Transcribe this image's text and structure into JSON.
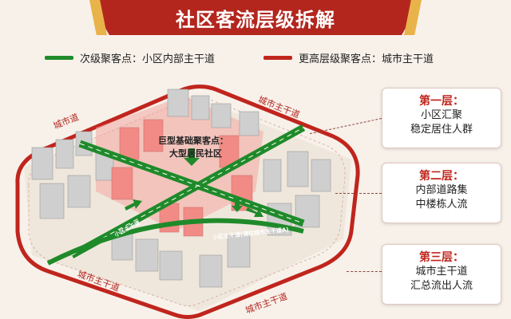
{
  "title": "社区客流层级拆解",
  "legend": {
    "secondary": "次级聚客点：小区内部主干道",
    "higher": "更高层级聚客点：城市主干道"
  },
  "map": {
    "center_line1": "巨型基础聚客点：",
    "center_line2": "大型居民社区",
    "road_labels": {
      "city_road_left": "城市道",
      "city_road_top": "城市主干道",
      "city_road_bottom1": "城市主干道",
      "city_road_bottom2": "城市主干道",
      "inner_road_left": "小区主干道",
      "inner_road_right": "小区主干道(通往城市主干道A)"
    }
  },
  "layers": [
    {
      "heading": "第一层：",
      "line1": "小区汇聚",
      "line2": "稳定居住人群"
    },
    {
      "heading": "第二层：",
      "line1": "内部道路集",
      "line2": "中楼栋人流"
    },
    {
      "heading": "第三层：",
      "line1": "城市主干道",
      "line2": "汇总流出人流"
    }
  ],
  "colors": {
    "red": "#c0251d",
    "green": "#1f8a2a",
    "pink": "#f4a7a3"
  }
}
